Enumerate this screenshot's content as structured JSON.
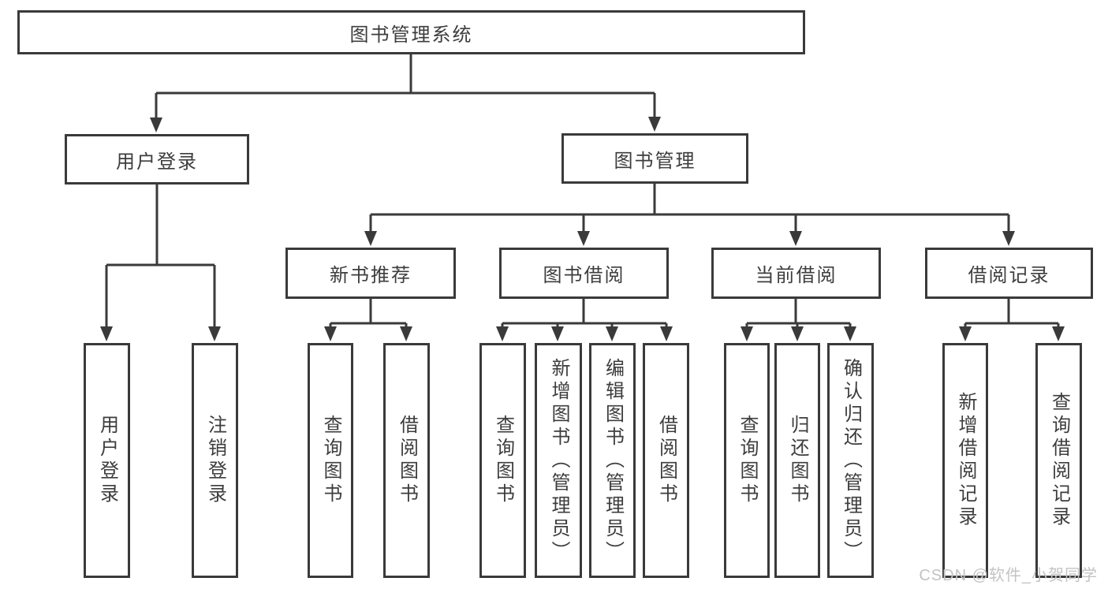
{
  "diagram_type": "hierarchy-tree",
  "root": {
    "label": "图书管理系统"
  },
  "level2": {
    "user_login": {
      "label": "用户登录"
    },
    "book_management": {
      "label": "图书管理"
    }
  },
  "level3": {
    "new_books": {
      "label": "新书推荐"
    },
    "book_borrow": {
      "label": "图书借阅"
    },
    "current_borrow": {
      "label": "当前借阅"
    },
    "borrow_records": {
      "label": "借阅记录"
    }
  },
  "leaves": {
    "user_login": [
      "用户登录",
      "注销登录"
    ],
    "new_books": [
      "查询图书",
      "借阅图书"
    ],
    "book_borrow": [
      "查询图书",
      "新增图书（管理员）",
      "编辑图书（管理员）",
      "借阅图书"
    ],
    "current_borrow": [
      "查询图书",
      "归还图书",
      "确认归还（管理员）"
    ],
    "borrow_records": [
      "新增借阅记录",
      "查询借阅记录"
    ]
  },
  "watermark": "CSDN @软件_小贺同学",
  "colors": {
    "line": "#3a3a3a",
    "text": "#3d3d3d",
    "watermark": "#c3c3c3",
    "background": "#ffffff"
  }
}
